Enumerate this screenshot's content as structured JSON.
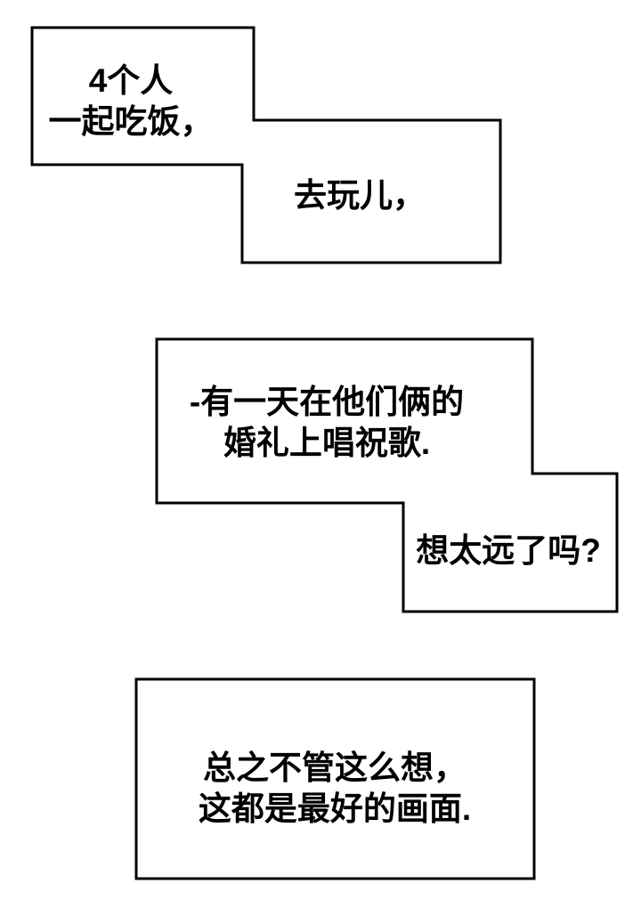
{
  "page": {
    "background_color": "#ffffff",
    "box_fill_color": "#ffffff",
    "box_border_color": "#000000",
    "text_color": "#000000"
  },
  "captions": [
    {
      "lines": [
        "4个人",
        "一起吃饭，"
      ]
    },
    {
      "lines": [
        "去玩儿，"
      ]
    },
    {
      "lines": [
        "-有一天在他们俩的",
        "婚礼上唱祝歌."
      ]
    },
    {
      "lines": [
        "想太远了吗?"
      ]
    },
    {
      "lines": [
        "总之不管这么想，",
        "这都是最好的画面."
      ]
    }
  ]
}
